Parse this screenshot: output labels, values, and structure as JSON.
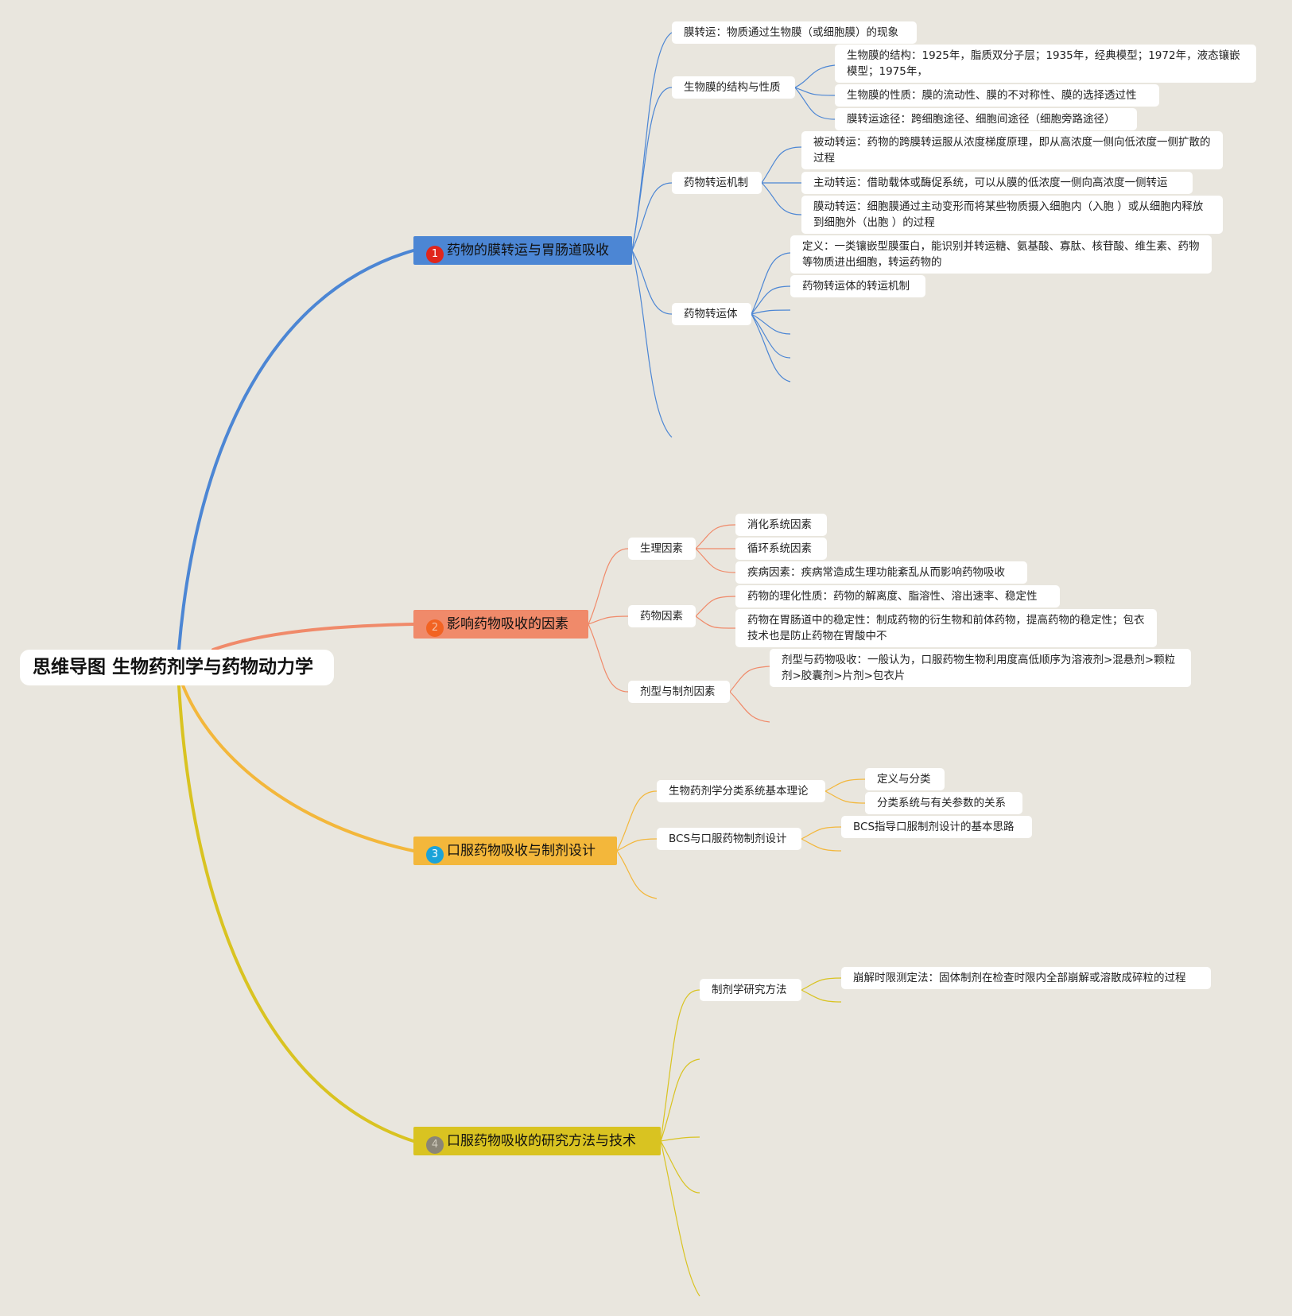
{
  "root": {
    "title": "思维导图 生物药剂学与药物动力学"
  },
  "branches": [
    {
      "num": "1",
      "label": "药物的膜转运与胃肠道吸收",
      "color": "#4c86d4",
      "children": [
        {
          "label": "膜转运：物质通过生物膜（或细胞膜）的现象"
        },
        {
          "label": "生物膜的结构与性质",
          "children": [
            "生物膜的结构：1925年，脂质双分子层；1935年，经典模型；1972年，液态镶嵌模型；1975年，",
            "生物膜的性质：膜的流动性、膜的不对称性、膜的选择透过性",
            "膜转运途径：跨细胞途径、细胞间途径（细胞旁路途径）"
          ]
        },
        {
          "label": "药物转运机制",
          "children": [
            "被动转运：药物的跨膜转运服从浓度梯度原理，即从高浓度一侧向低浓度一侧扩散的过程",
            "主动转运：借助载体或酶促系统，可以从膜的低浓度一侧向高浓度一侧转运",
            "膜动转运：细胞膜通过主动变形而将某些物质摄入细胞内（入胞 ）或从细胞内释放到细胞外（出胞 ）的过程"
          ]
        },
        {
          "label": "药物转运体",
          "children": [
            "定义：一类镶嵌型膜蛋白，能识别并转运糖、氨基酸、寡肽、核苷酸、维生素、药物等物质进出细胞，转运药物的",
            "药物转运体的转运机制"
          ]
        }
      ]
    },
    {
      "num": "2",
      "label": "影响药物吸收的因素",
      "color": "#f08a6a",
      "children": [
        {
          "label": "生理因素",
          "children": [
            "消化系统因素",
            "循环系统因素",
            "疾病因素：疾病常造成生理功能紊乱从而影响药物吸收"
          ]
        },
        {
          "label": "药物因素",
          "children": [
            "药物的理化性质：药物的解离度、脂溶性、溶出速率、稳定性",
            "药物在胃肠道中的稳定性：制成药物的衍生物和前体药物，提高药物的稳定性；包衣技术也是防止药物在胃酸中不"
          ]
        },
        {
          "label": "剂型与制剂因素",
          "children": [
            "剂型与药物吸收：一般认为，口服药物生物利用度高低顺序为溶液剂>混悬剂>颗粒剂>胶囊剂>片剂>包衣片"
          ]
        }
      ]
    },
    {
      "num": "3",
      "label": "口服药物吸收与制剂设计",
      "color": "#f3b73b",
      "children": [
        {
          "label": "生物药剂学分类系统基本理论",
          "children": [
            "定义与分类",
            "分类系统与有关参数的关系"
          ]
        },
        {
          "label": "BCS与口服药物制剂设计",
          "children": [
            "BCS指导口服制剂设计的基本思路"
          ]
        }
      ]
    },
    {
      "num": "4",
      "label": "口服药物吸收的研究方法与技术",
      "color": "#d9c321",
      "children": [
        {
          "label": "制剂学研究方法",
          "children": [
            "崩解时限测定法：固体制剂在检查时限内全部崩解或溶散成碎粒的过程"
          ]
        }
      ]
    }
  ]
}
